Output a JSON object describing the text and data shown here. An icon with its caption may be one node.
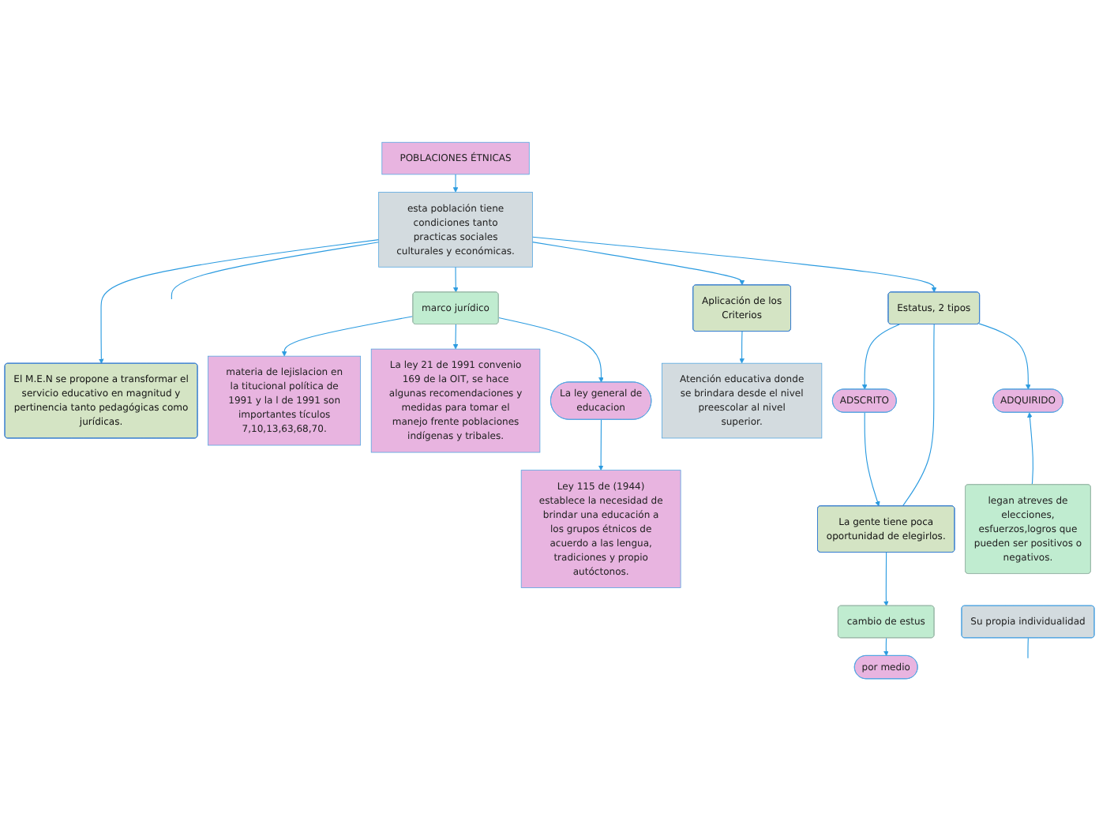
{
  "diagram": {
    "nodes": [
      {
        "text": [
          "POBLACIONES ÉTNICAS"
        ]
      },
      {
        "text": [
          "esta población tiene condiciones tanto practicas sociales culturales y económicas."
        ]
      },
      {
        "text": [
          "El M.E.N se propone a transformar el servicio educativo en magnitud y pertinencia tanto pedagógicas como jurídicas."
        ]
      },
      {
        "text": [
          "marco jurídico"
        ]
      },
      {
        "text": [
          "materia de lejislacion en la titucional política de 1991 y la l de 1991 son importantes tículos 7,10,13,63,68,70."
        ]
      },
      {
        "text": [
          "La ley 21 de 1991 convenio 169 de la OIT, se hace algunas recomendaciones y medidas para tomar el manejo frente poblaciones indígenas y tribales."
        ]
      },
      {
        "text": [
          "La ley general de educacion"
        ]
      },
      {
        "text": [
          "Ley 115 de (1944) establece la necesidad de brindar una educación a los grupos étnicos de acuerdo a las lengua, tradiciones y propio autóctonos."
        ]
      },
      {
        "text": [
          "Aplicación de los Criterios"
        ]
      },
      {
        "text": [
          "Atención educativa donde se brindara desde el nivel preescolar al nivel superior."
        ]
      },
      {
        "text": [
          "Estatus, 2 tipos"
        ]
      },
      {
        "text": [
          "ADSCRITO"
        ]
      },
      {
        "text": [
          "ADQUIRIDO"
        ]
      },
      {
        "text": [
          "La gente tiene poca oportunidad de elegirlos."
        ]
      },
      {
        "text": [
          "legan atreves de elecciones, esfuerzos,logros que pueden ser positivos o negativos."
        ]
      },
      {
        "text": [
          "cambio de estus"
        ]
      },
      {
        "text": [
          "por medio"
        ]
      },
      {
        "text": [
          "Su propia individualidad"
        ]
      }
    ],
    "edges": [
      {
        "from": 0,
        "to": 1,
        "arrow": "to"
      },
      {
        "from": 1,
        "to": 2,
        "arrow": "to"
      },
      {
        "from": 1,
        "to": null,
        "arrow": "none"
      },
      {
        "from": 1,
        "to": 3,
        "arrow": "to"
      },
      {
        "from": 1,
        "to": 8,
        "arrow": "to"
      },
      {
        "from": 1,
        "to": 10,
        "arrow": "to"
      },
      {
        "from": 3,
        "to": 4,
        "arrow": "to"
      },
      {
        "from": 3,
        "to": 5,
        "arrow": "to"
      },
      {
        "from": 3,
        "to": 6,
        "arrow": "to"
      },
      {
        "from": 6,
        "to": 7,
        "arrow": "to"
      },
      {
        "from": 8,
        "to": 9,
        "arrow": "to"
      },
      {
        "from": 10,
        "to": 11,
        "arrow": "to"
      },
      {
        "from": 10,
        "to": 13,
        "arrow": "none"
      },
      {
        "from": 11,
        "to": 13,
        "arrow": "to"
      },
      {
        "from": 10,
        "to": 12,
        "arrow": "to"
      },
      {
        "from": 14,
        "to": 12,
        "arrow": "to"
      },
      {
        "from": 13,
        "to": 15,
        "arrow": "to"
      },
      {
        "from": 15,
        "to": 16,
        "arrow": "to"
      },
      {
        "from": 17,
        "to": null,
        "arrow": "none"
      }
    ]
  }
}
